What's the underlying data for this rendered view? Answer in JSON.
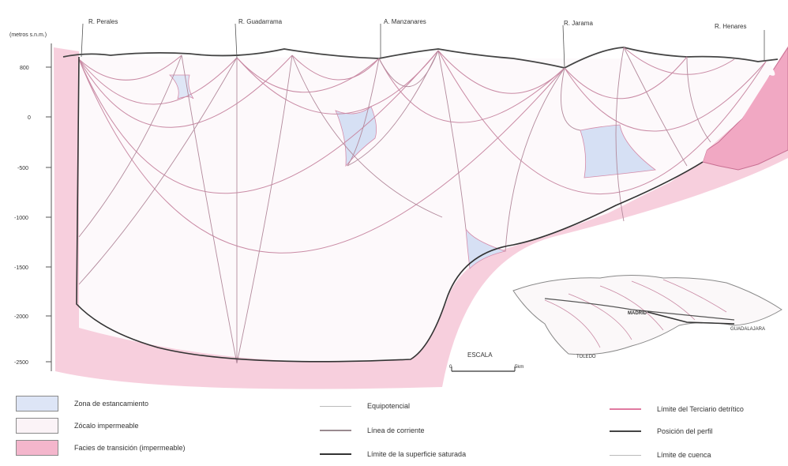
{
  "rivers": [
    "R. Perales",
    "R. Guadarrama",
    "A. Manzanares",
    "R. Jarama",
    "R. Henares"
  ],
  "axis": {
    "label": "(metros s.n.m.)",
    "ticks": [
      "800",
      "0",
      "-500",
      "-1000",
      "-1500",
      "-2000",
      "-2500"
    ]
  },
  "inset": {
    "labels": [
      "MADRID",
      "GUADALAJARA",
      "TOLEDO"
    ]
  },
  "scale": {
    "title": "ESCALA",
    "start": "0",
    "end": "5km"
  },
  "legend": {
    "areas": [
      {
        "label": "Zona de estancamiento",
        "color": "#dde5f6"
      },
      {
        "label": "Zócalo impermeable",
        "color": "#fbf3f7"
      },
      {
        "label": "Facies de transición (impermeable)",
        "color": "#f4b6cc"
      }
    ],
    "lines_a": [
      {
        "label": "Equipotencial",
        "color": "#bbbbbb"
      },
      {
        "label": "Línea de corriente",
        "color": "#9a8a90"
      },
      {
        "label": "Límite de la superficie saturada",
        "color": "#333333"
      }
    ],
    "lines_b": [
      {
        "label": "Límite del Terciario detrítico",
        "color": "#e07aa0"
      },
      {
        "label": "Posición del perfil",
        "color": "#444444"
      },
      {
        "label": "Límite de cuenca",
        "color": "#bbbbbb"
      }
    ]
  }
}
